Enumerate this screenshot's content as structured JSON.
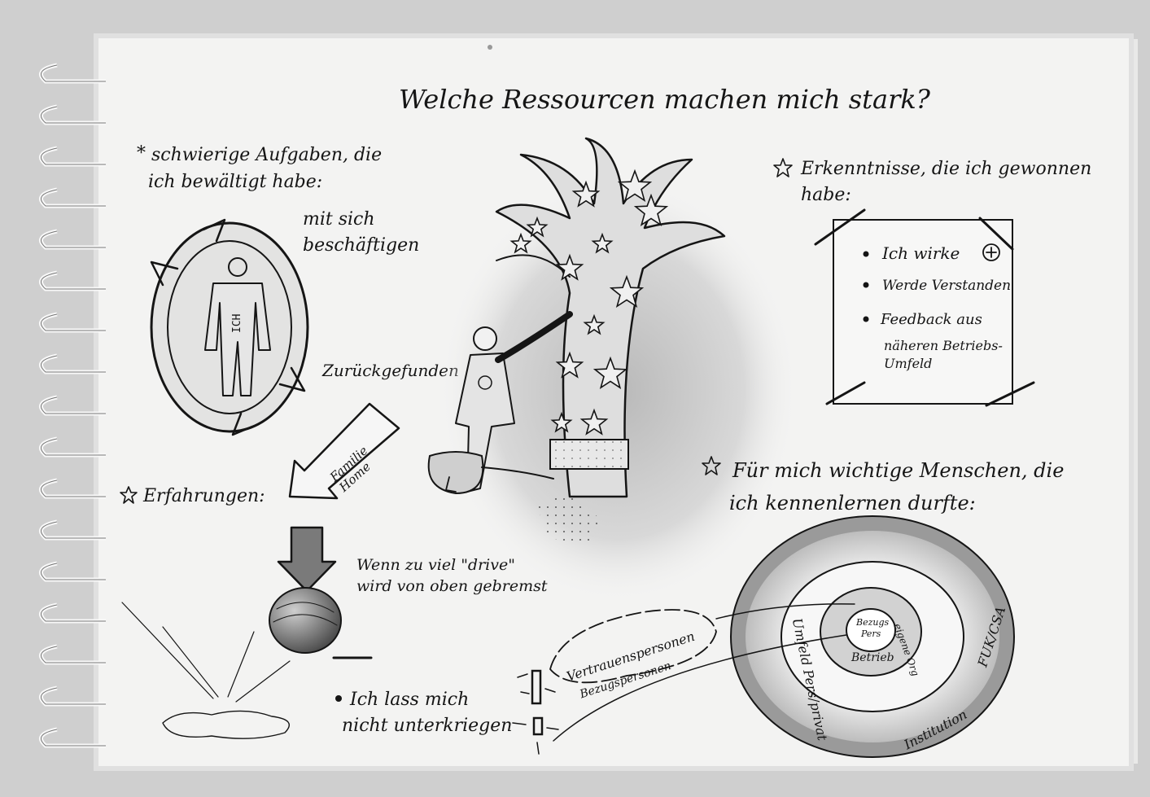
{
  "title": "Welche Ressourcen machen mich stark?",
  "section_tasks": {
    "star": "*",
    "heading_line1": "schwierige Aufgaben, die",
    "heading_line2": "ich bewältigt habe:",
    "note1_line1": "mit sich",
    "note1_line2": "beschäftigen",
    "figure_label": "ICH",
    "note2": "Zurückgefunden",
    "arrow_label_line1": "Familie",
    "arrow_label_line2": "Home"
  },
  "section_experiences": {
    "heading": "Erfahrungen:",
    "drive_line1": "Wenn zu viel \"drive\"",
    "drive_line2": "wird von oben gebremst",
    "resilience_line1": "Ich lass mich",
    "resilience_line2": "nicht unterkriegen"
  },
  "section_insights": {
    "heading_line1": "Erkenntnisse, die ich gewonnen",
    "heading_line2": "habe:",
    "items": [
      {
        "text": "Ich wirke"
      },
      {
        "text": "Werde Verstanden"
      },
      {
        "text": "Feedback aus"
      },
      {
        "text": "näheren Betriebs-"
      },
      {
        "text": "Umfeld"
      }
    ]
  },
  "section_people": {
    "heading_line1": "Für mich wichtige Menschen, die",
    "heading_line2": "ich kennenlernen durfte:",
    "center_line1": "Bezugs",
    "center_line2": "Pers",
    "ring_vertrauen": "Vertrauenspersonen",
    "ring_bezug": "Bezugspersonen",
    "ring_betrieb": "Betrieb",
    "ring_eigene_org": "eigene Org",
    "ring_privat": "Umfeld Pers/privat",
    "ring_fuk": "FUK/CSA",
    "ring_institution": "Institution"
  },
  "colors": {
    "paper": "#f3f3f2",
    "ink": "#151515",
    "shade": "#8a8a8a",
    "background": "#cfcfcf"
  }
}
